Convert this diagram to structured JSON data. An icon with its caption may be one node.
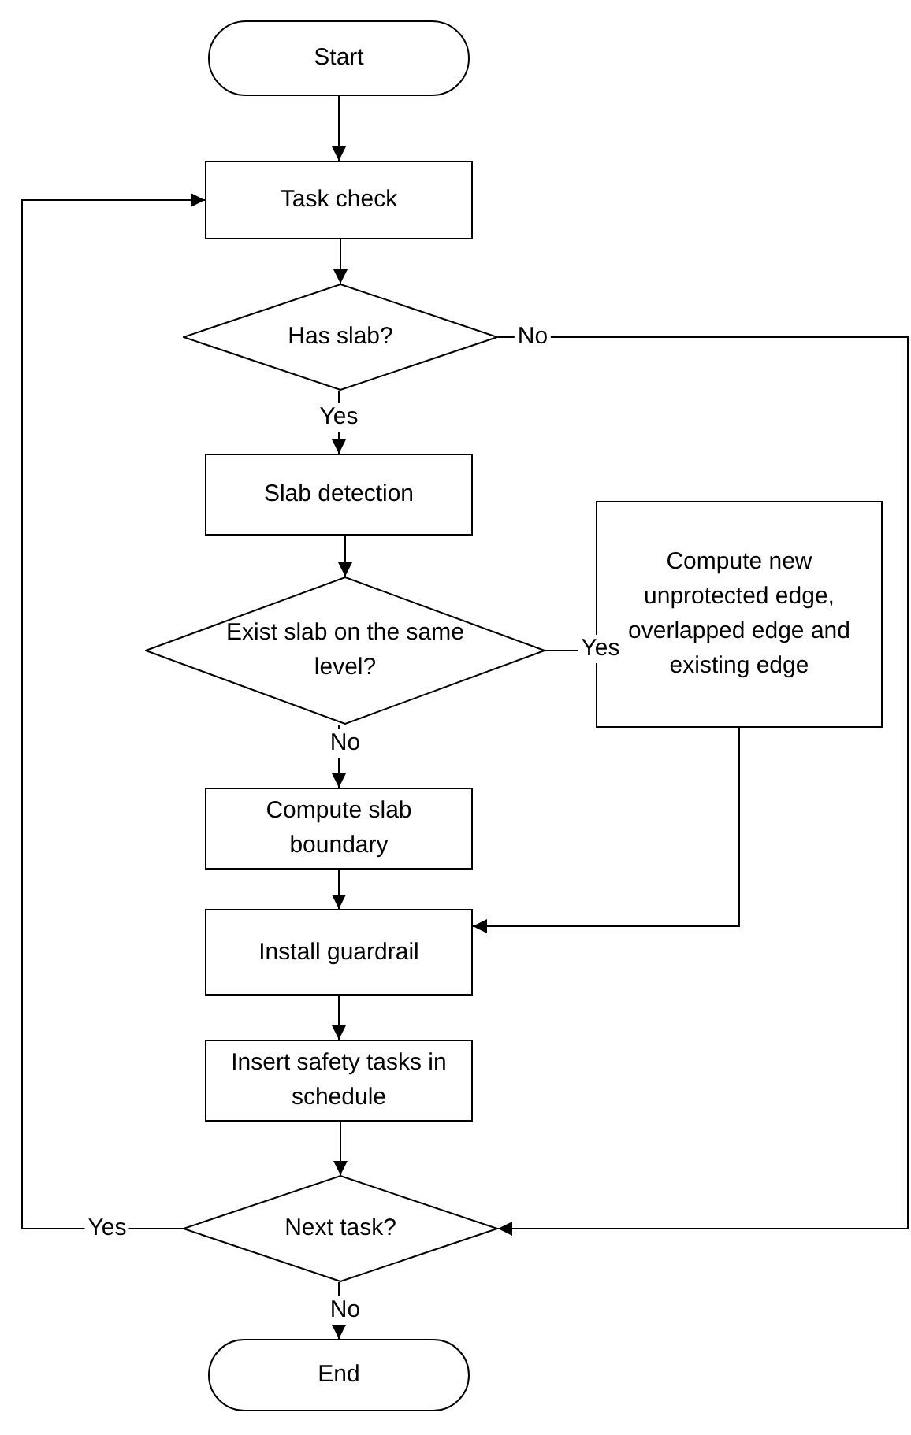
{
  "diagram": {
    "nodes": [
      {
        "text": [
          "Start"
        ]
      },
      {
        "text": [
          "Task check"
        ]
      },
      {
        "text": [
          "Has slab?"
        ]
      },
      {
        "text": [
          "Slab detection"
        ]
      },
      {
        "text": [
          "Exist slab on the same level?"
        ]
      },
      {
        "text": [
          "Compute new unprotected edge, overlapped edge and existing edge"
        ]
      },
      {
        "text": [
          "Compute slab boundary"
        ]
      },
      {
        "text": [
          "Install guardrail"
        ]
      },
      {
        "text": [
          "Insert safety tasks in schedule"
        ]
      },
      {
        "text": [
          "Next task?"
        ]
      },
      {
        "text": [
          "End"
        ]
      }
    ],
    "edges": [
      {
        "from": 0,
        "to": 1,
        "arrow": "to"
      },
      {
        "from": 1,
        "to": 2,
        "arrow": "to"
      },
      {
        "from": 2,
        "to": 3,
        "arrow": "to",
        "label": "Yes"
      },
      {
        "from": 2,
        "to": 9,
        "arrow": "to",
        "label": "No"
      },
      {
        "from": 3,
        "to": 4,
        "arrow": "to"
      },
      {
        "from": 4,
        "to": 5,
        "arrow": "to",
        "label": "Yes"
      },
      {
        "from": 4,
        "to": 6,
        "arrow": "to",
        "label": "No"
      },
      {
        "from": 5,
        "to": 7,
        "arrow": "to"
      },
      {
        "from": 6,
        "to": 7,
        "arrow": "to"
      },
      {
        "from": 7,
        "to": 8,
        "arrow": "to"
      },
      {
        "from": 8,
        "to": 9,
        "arrow": "to"
      },
      {
        "from": 9,
        "to": 1,
        "arrow": "to",
        "label": "Yes"
      },
      {
        "from": 9,
        "to": 10,
        "arrow": "to",
        "label": "No"
      }
    ]
  }
}
